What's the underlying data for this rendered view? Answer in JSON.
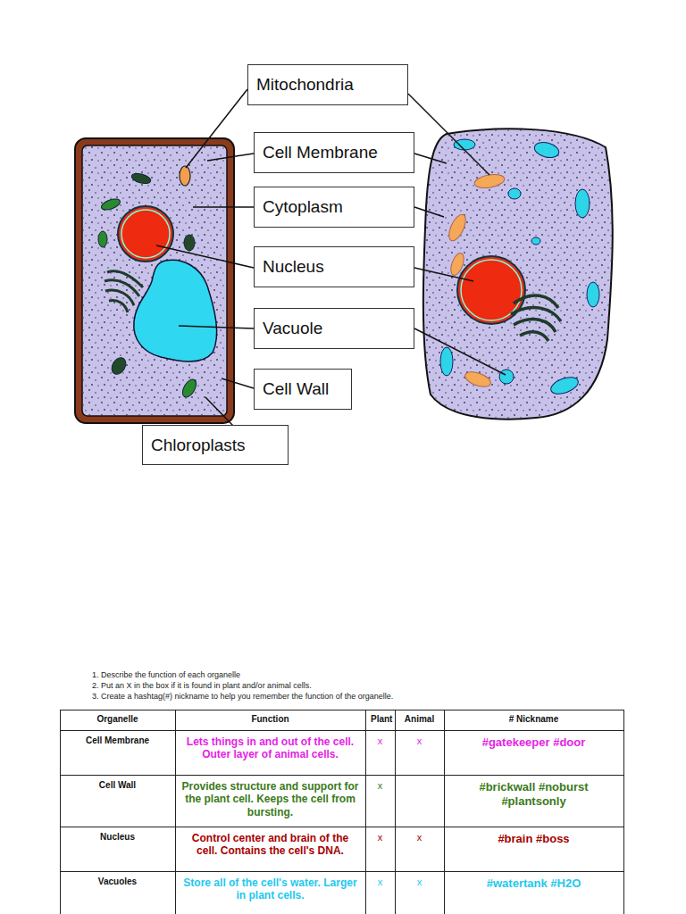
{
  "diagram": {
    "nodes": [
      {
        "text": [
          "Mitochondria"
        ]
      },
      {
        "text": [
          "Cell Membrane"
        ]
      },
      {
        "text": [
          "Cytoplasm"
        ]
      },
      {
        "text": [
          "Nucleus"
        ]
      },
      {
        "text": [
          "Vacuole"
        ]
      },
      {
        "text": [
          "Cell Wall"
        ]
      },
      {
        "text": [
          "Chloroplasts"
        ]
      }
    ],
    "labels": [
      "1. Describe the function of each organelle",
      "2. Put an X in the box if it is found in plant and/or animal cells.",
      "3. Create a hashtag(#) nickname to help you remember the function of the organelle.",
      "Organelle",
      "Function",
      "Plant",
      "Animal",
      "# Nickname",
      "Cell Membrane",
      "Lets things in and out of the cell. Outer layer of animal cells.",
      "x",
      "x",
      "#gatekeeper #door",
      "Cell Wall",
      "Provides structure and support for the plant cell. Keeps the cell from bursting.",
      "x",
      "#brickwall #noburst #plantsonly",
      "Nucleus",
      "Control center and brain of the cell. Contains the cell's DNA.",
      "x",
      "x",
      "#brain #boss",
      "Vacuoles",
      "Store all of the cell's water. Larger in plant cells.",
      "x",
      "x",
      "#watertank #H2O"
    ]
  }
}
